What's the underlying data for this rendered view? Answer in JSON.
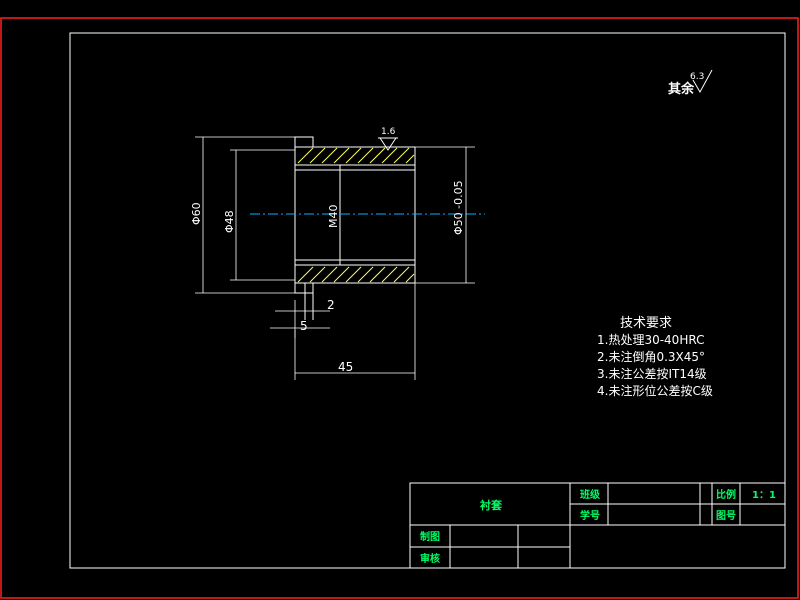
{
  "surface_finish": {
    "rest_label": "其余",
    "rest_value": "6.3",
    "bore_value": "1.6"
  },
  "dimensions": {
    "phi60": "Φ60",
    "phi48": "Φ48",
    "m40": "M40",
    "phi50": "Φ50 -0.05",
    "d2": "2",
    "d5": "5",
    "d45": "45"
  },
  "tech_requirements": {
    "title": "技术要求",
    "items": [
      "1.热处理30-40HRC",
      "2.未注倒角0.3X45°",
      "3.未注公差按IT14级",
      "4.未注形位公差按C级"
    ]
  },
  "title_block": {
    "part_name": "衬套",
    "class_label": "班级",
    "student_id_label": "学号",
    "scale_label": "比例",
    "scale_value": "1：1",
    "drawing_no_label": "图号",
    "drawn_by_label": "制图",
    "reviewed_by_label": "审核"
  },
  "colors": {
    "frame": "#ff2020",
    "lines": "#ffffff",
    "hatch": "#ffff66",
    "center": "#00b4ff",
    "label": "#00ff66"
  }
}
